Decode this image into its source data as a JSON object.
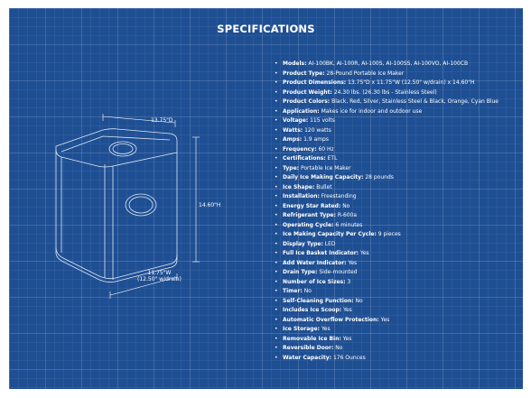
{
  "title": "SPECIFICATIONS",
  "dimensions": {
    "depth": "13.75\"D",
    "height": "14.60\"H",
    "width_line1": "11.75\"W",
    "width_line2": "(12.50\" w/drain)"
  },
  "specs": [
    {
      "label": "Models:",
      "value": " AI-100BK, AI-100R, AI-100S, AI-100SS, AI-100VO, AI-100CB"
    },
    {
      "label": "Product Type:",
      "value": " 28-Pound Portable Ice Maker"
    },
    {
      "label": "Product Dimensions:",
      "value": " 13.75\"D x 11.75\"W (12.50\" w/drain) x 14.60\"H"
    },
    {
      "label": "Product Weight:",
      "value": " 24.30 lbs. (26.30 lbs - Stainless Steel)"
    },
    {
      "label": "Product Colors:",
      "value": " Black, Red, Silver, Stainless Steel & Black, Orange, Cyan Blue"
    },
    {
      "label": "Application:",
      "value": " Makes ice for indoor and outdoor use"
    },
    {
      "label": "Voltage:",
      "value": " 115 volts"
    },
    {
      "label": "Watts:",
      "value": " 120 watts"
    },
    {
      "label": "Amps:",
      "value": " 1.9 amps"
    },
    {
      "label": "Frequency:",
      "value": " 60 Hz"
    },
    {
      "label": "Certifications:",
      "value": " ETL"
    },
    {
      "label": "Type:",
      "value": " Portable Ice Maker"
    },
    {
      "label": "Daily Ice Making Capacity:",
      "value": " 28 pounds"
    },
    {
      "label": "Ice Shape:",
      "value": " Bullet"
    },
    {
      "label": "Installation:",
      "value": " Freestanding"
    },
    {
      "label": "Energy Star Rated:",
      "value": " No"
    },
    {
      "label": "Refrigerant Type:",
      "value": " R-600a"
    },
    {
      "label": "Operating Cycle:",
      "value": " 6 minutes"
    },
    {
      "label": "Ice Making Capacity Per Cycle:",
      "value": " 9 pieces"
    },
    {
      "label": "Display Type:",
      "value": " LED"
    },
    {
      "label": "Full Ice Basket Indicator:",
      "value": " Yes"
    },
    {
      "label": "Add Water Indicator:",
      "value": " Yes"
    },
    {
      "label": "Drain Type:",
      "value": " Side-mounted"
    },
    {
      "label": "Number of Ice Sizes:",
      "value": " 3"
    },
    {
      "label": "Timer:",
      "value": " No"
    },
    {
      "label": "Self-Cleaning Function:",
      "value": " No"
    },
    {
      "label": "Includes Ice Scoop:",
      "value": " Yes"
    },
    {
      "label": "Automatic Overflow Protection:",
      "value": " Yes"
    },
    {
      "label": "Ice Storage:",
      "value": " Yes"
    },
    {
      "label": "Removable Ice Bin:",
      "value": " Yes"
    },
    {
      "label": "Reversible Door:",
      "value": " No"
    },
    {
      "label": "Water Capacity:",
      "value": " 176 Ounces"
    }
  ]
}
